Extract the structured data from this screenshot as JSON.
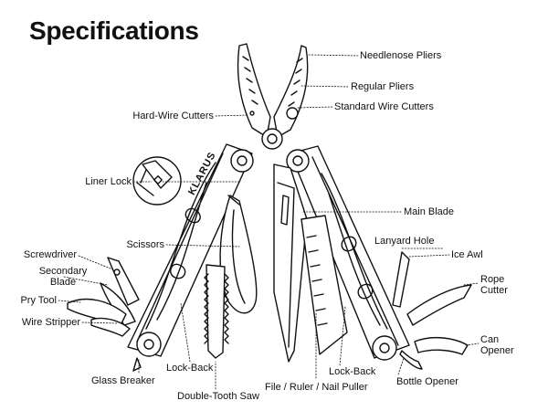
{
  "title": "Specifications",
  "brand_logo_text": "KLARUS",
  "callouts": {
    "needlenose_pliers": "Needlenose Pliers",
    "regular_pliers": "Regular Pliers",
    "standard_wire_cutters": "Standard Wire Cutters",
    "hard_wire_cutters": "Hard-Wire Cutters",
    "liner_lock": "Liner Lock",
    "main_blade": "Main Blade",
    "scissors": "Scissors",
    "lanyard_hole": "Lanyard Hole",
    "ice_awl": "Ice Awl",
    "screwdriver": "Screwdriver",
    "secondary_blade": "Secondary\nBlade",
    "rope_cutter": "Rope\nCutter",
    "pry_tool": "Pry Tool",
    "wire_stripper": "Wire Stripper",
    "can_opener": "Can\nOpener",
    "lock_back_left": "Lock-Back",
    "lock_back_right": "Lock-Back",
    "glass_breaker": "Glass Breaker",
    "double_tooth_saw": "Double-Tooth Saw",
    "file_ruler_nail_puller": "File / Ruler / Nail Puller",
    "bottle_opener": "Bottle Opener"
  },
  "colors": {
    "ink": "#111111",
    "paper": "#ffffff"
  }
}
